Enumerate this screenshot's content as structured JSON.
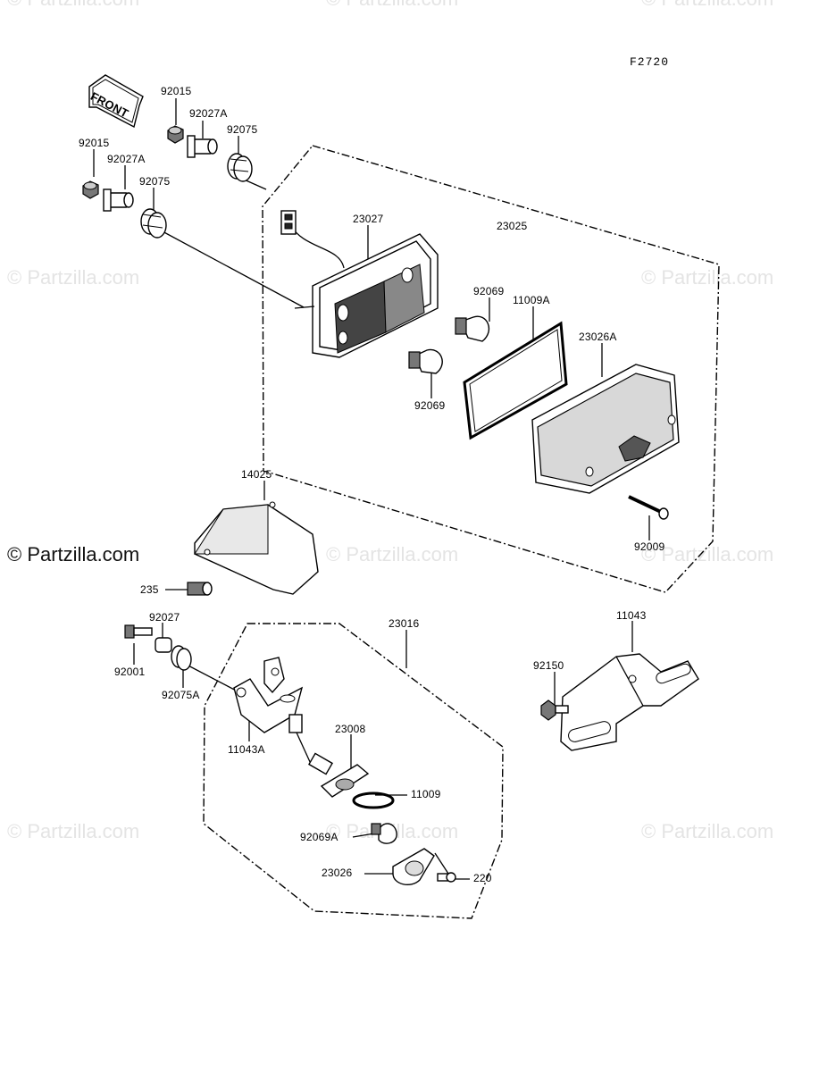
{
  "diagram_code": "F2720",
  "front_label": "FRONT",
  "watermarks": {
    "text": "© Partzilla.com",
    "strong": "© Partzilla.com"
  },
  "labels": {
    "p92015_a": "92015",
    "p92027A_a": "92027A",
    "p92075_a": "92075",
    "p92015_b": "92015",
    "p92027A_b": "92027A",
    "p92075_b": "92075",
    "p23027": "23027",
    "p23025": "23025",
    "p92069_a": "92069",
    "p11009A": "11009A",
    "p23026A": "23026A",
    "p92069_b": "92069",
    "p14025": "14025",
    "p235": "235",
    "p92009": "92009",
    "p92027": "92027",
    "p23016": "23016",
    "p11043": "11043",
    "p92001": "92001",
    "p92075A": "92075A",
    "p92150": "92150",
    "p11043A": "11043A",
    "p23008": "23008",
    "p11009": "11009",
    "p92069A": "92069A",
    "p23026": "23026",
    "p220": "220"
  }
}
